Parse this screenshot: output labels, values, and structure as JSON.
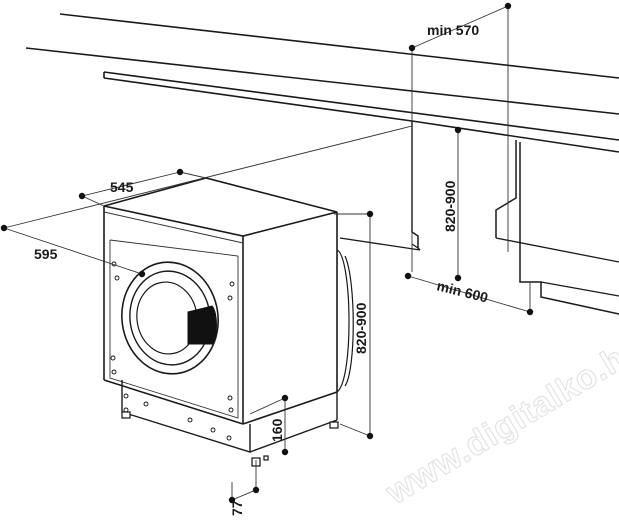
{
  "dimensions": {
    "cabinet_height": "820-900",
    "machine_height": "820-900",
    "niche_depth": "min 570",
    "niche_width": "min 600",
    "machine_depth": "545",
    "machine_width": "595",
    "plinth_height": "160",
    "foot_offset": "77"
  },
  "watermark": "www.digitalko.hu"
}
